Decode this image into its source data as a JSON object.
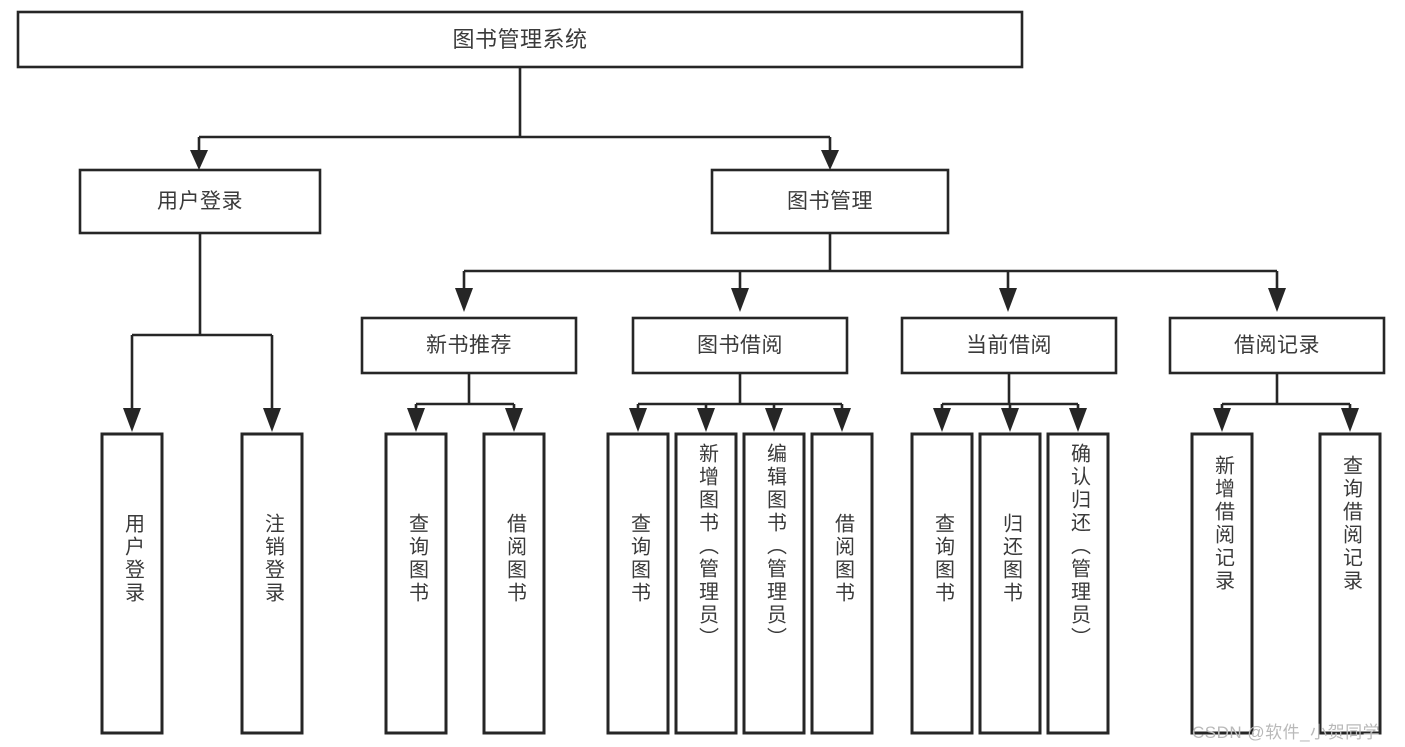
{
  "diagram": {
    "kind": "hierarchy-tree",
    "title": "图书管理系统",
    "watermark": "CSDN @软件_小贺同学",
    "colors": {
      "background": "#ffffff",
      "stroke": "#262626",
      "text": "#3a3a3a",
      "watermark": "#b9b9b9"
    },
    "root": {
      "label": "图书管理系统"
    },
    "level2": [
      {
        "label": "用户登录"
      },
      {
        "label": "图书管理"
      }
    ],
    "level3": [
      {
        "label": "新书推荐"
      },
      {
        "label": "图书借阅"
      },
      {
        "label": "当前借阅"
      },
      {
        "label": "借阅记录"
      }
    ],
    "leaves": {
      "user_login": [
        {
          "label": "用户登录"
        },
        {
          "label": "注销登录"
        }
      ],
      "new_book": [
        {
          "label": "查询图书"
        },
        {
          "label": "借阅图书"
        }
      ],
      "book_borrow": [
        {
          "label": "查询图书"
        },
        {
          "label": "新增图书（管理员）"
        },
        {
          "label": "编辑图书（管理员）"
        },
        {
          "label": "借阅图书"
        }
      ],
      "current_borrow": [
        {
          "label": "查询图书"
        },
        {
          "label": "归还图书"
        },
        {
          "label": "确认归还（管理员）"
        }
      ],
      "borrow_record": [
        {
          "label": "新增借阅记录"
        },
        {
          "label": "查询借阅记录"
        }
      ]
    }
  }
}
